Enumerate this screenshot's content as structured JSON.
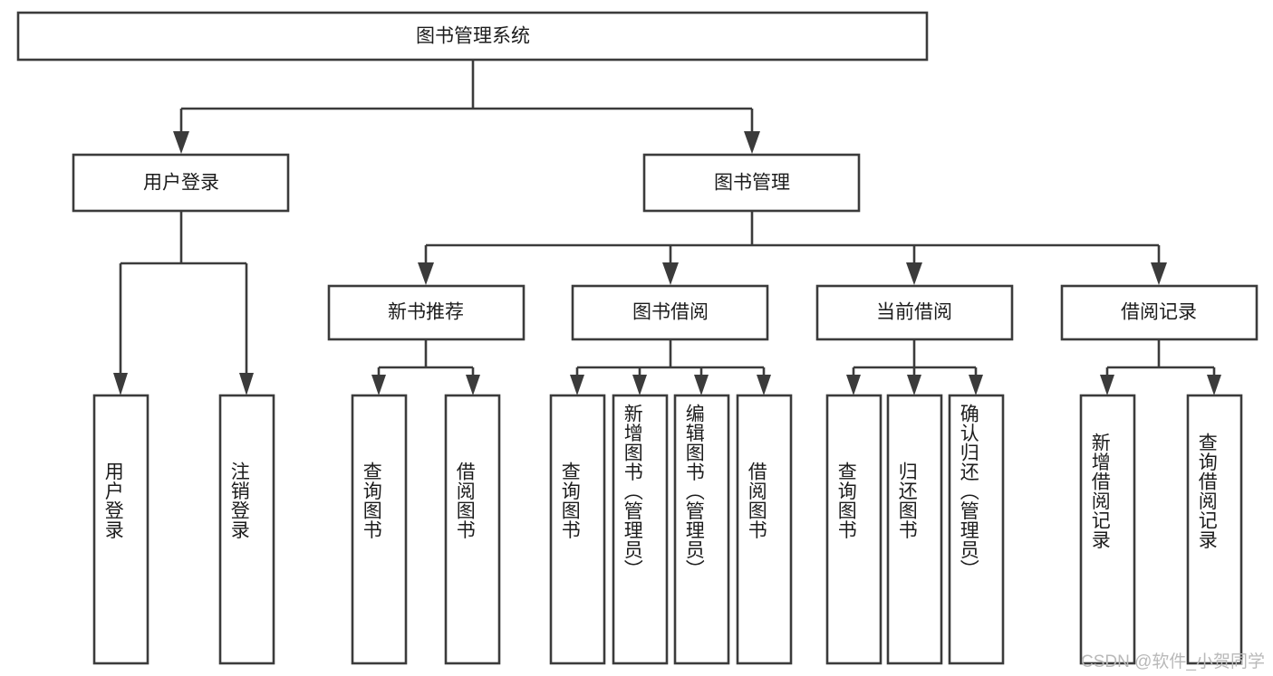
{
  "diagram": {
    "title": "图书管理系统",
    "type": "tree-hierarchy",
    "watermark": "CSDN @软件_小贺同学",
    "colors": {
      "stroke": "#3b3b3b",
      "fill": "#ffffff",
      "text": "#1c1c1c",
      "watermark": "#b9b9b9",
      "background": "#ffffff"
    },
    "root": {
      "label": "图书管理系统"
    },
    "level2": [
      {
        "label": "用户登录"
      },
      {
        "label": "图书管理"
      }
    ],
    "level3": [
      {
        "label": "新书推荐"
      },
      {
        "label": "图书借阅"
      },
      {
        "label": "当前借阅"
      },
      {
        "label": "借阅记录"
      }
    ],
    "leaves": {
      "user_login": [
        {
          "label": "用户登录"
        },
        {
          "label": "注销登录"
        }
      ],
      "new_book_recommend": [
        {
          "label": "查询图书"
        },
        {
          "label": "借阅图书"
        }
      ],
      "book_borrow": [
        {
          "label": "查询图书"
        },
        {
          "label": "新增图书（管理员）"
        },
        {
          "label": "编辑图书（管理员）"
        },
        {
          "label": "借阅图书"
        }
      ],
      "current_borrow": [
        {
          "label": "查询图书"
        },
        {
          "label": "归还图书"
        },
        {
          "label": "确认归还（管理员）"
        }
      ],
      "borrow_record": [
        {
          "label": "新增借阅记录"
        },
        {
          "label": "查询借阅记录"
        }
      ]
    }
  }
}
